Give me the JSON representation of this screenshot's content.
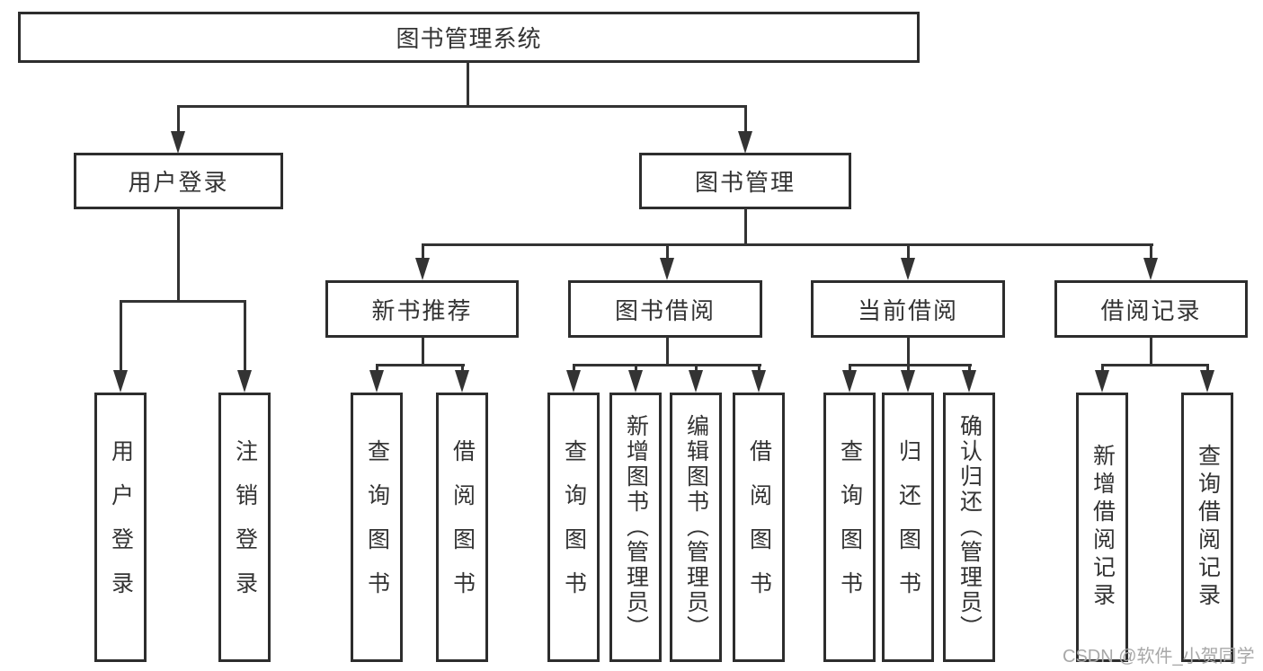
{
  "tree": {
    "label": "图书管理系统",
    "children": [
      {
        "label": "用户登录",
        "children": [
          {
            "label": "用户登录"
          },
          {
            "label": "注销登录"
          }
        ]
      },
      {
        "label": "图书管理",
        "children": [
          {
            "label": "新书推荐",
            "children": [
              {
                "label": "查询图书"
              },
              {
                "label": "借阅图书"
              }
            ]
          },
          {
            "label": "图书借阅",
            "children": [
              {
                "label": "查询图书"
              },
              {
                "label": "新增图书（管理员）"
              },
              {
                "label": "编辑图书（管理员）"
              },
              {
                "label": "借阅图书"
              }
            ]
          },
          {
            "label": "当前借阅",
            "children": [
              {
                "label": "查询图书"
              },
              {
                "label": "归还图书"
              },
              {
                "label": "确认归还（管理员）"
              }
            ]
          },
          {
            "label": "借阅记录",
            "children": [
              {
                "label": "新增借阅记录"
              },
              {
                "label": "查询借阅记录"
              }
            ]
          }
        ]
      }
    ]
  },
  "watermark": {
    "text": "CSDN @软件_小贺同学"
  },
  "colors": {
    "background": "#ffffff",
    "line": "#333333",
    "border": "#2d2d2d",
    "text": "#333333",
    "watermark": "#a8a8a8"
  }
}
